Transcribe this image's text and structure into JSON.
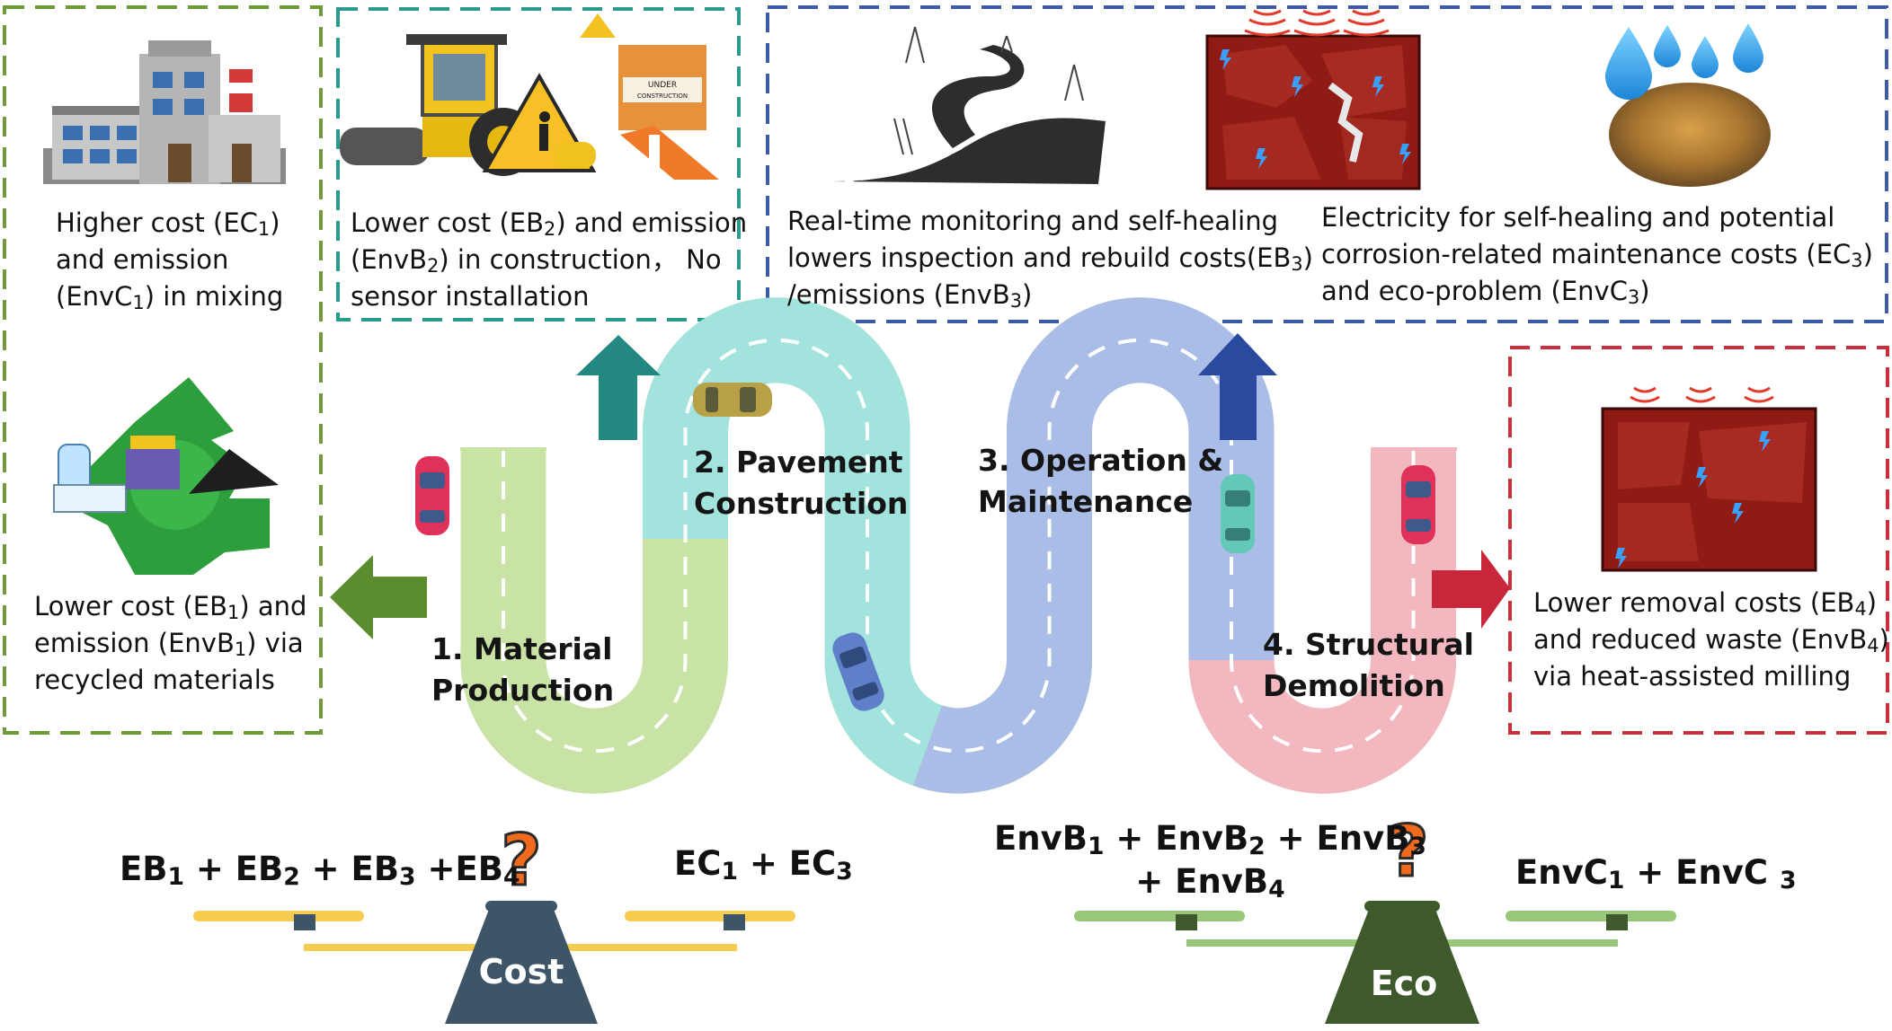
{
  "boxes": {
    "left_top": {
      "l1": "Higher cost (EC",
      "s1": "1",
      "l1b": ")",
      "l2": "and emission",
      "l3": "(EnvC",
      "s3": "1",
      "l3b": ") in mixing"
    },
    "left_bottom": {
      "l1": "Lower cost (EB",
      "s1": "1",
      "l1b": ") and",
      "l2": "emission (EnvB",
      "s2": "1",
      "l2b": ") via",
      "l3": "recycled materials"
    },
    "construction": {
      "l1": "Lower cost (EB",
      "s1": "2",
      "l1b": ") and emission",
      "l2": "(EnvB",
      "s2": "2",
      "l2b": ") in construction， No",
      "l3": "sensor installation"
    },
    "operation_a": {
      "l1": "Real-time monitoring and self-healing",
      "l2": "lowers inspection and rebuild costs(EB",
      "s2": "3",
      "l2b": ")",
      "l3": "/emissions (EnvB",
      "s3": "3",
      "l3b": ")"
    },
    "operation_b": {
      "l1": "Electricity for self-healing and potential",
      "l2": "corrosion-related maintenance costs (EC",
      "s2": "3",
      "l2b": ")",
      "l3": "and eco-problem (EnvC",
      "s3": "3",
      "l3b": ")"
    },
    "demolition": {
      "l1": "Lower removal costs (EB",
      "s1": "4",
      "l1b": ")",
      "l2": "and reduced waste (EnvB",
      "s2": "4",
      "l2b": ")",
      "l3": "via heat-assisted milling"
    }
  },
  "stages": {
    "s1": {
      "a": "1. Material",
      "b": "Production"
    },
    "s2": {
      "a": "2. Pavement",
      "b": "Construction"
    },
    "s3": {
      "a": "3. Operation &",
      "b": "Maintenance"
    },
    "s4": {
      "a": "4. Structural",
      "b": "Demolition"
    }
  },
  "sign_text": {
    "top": "UNDER",
    "bottom": "CONSTRUCTION"
  },
  "balance": {
    "cost": {
      "label": "Cost",
      "left": {
        "t1": "EB",
        "s1": "1",
        "t2": " + EB",
        "s2": "2",
        "t3": " + EB",
        "s3": "3",
        "t4": " +EB",
        "s4": "4"
      },
      "right": {
        "t1": "EC",
        "s1": "1",
        "t2": " + EC",
        "s2": "3"
      }
    },
    "eco": {
      "label": "Eco",
      "left": {
        "t1": "EnvB",
        "s1": "1",
        "t2": " + EnvB",
        "s2": "2",
        "t3": " + EnvB",
        "s3": "3",
        "t4": "+ EnvB",
        "s4": "4"
      },
      "right": {
        "t1": "EnvC",
        "s1": "1",
        "t2": " + EnvC ",
        "s2": "3"
      }
    },
    "question_mark": "?"
  },
  "colors": {
    "green_box": "#6f9a3a",
    "teal_box": "#2a9a8e",
    "blue_box": "#3c5aa6",
    "red_box": "#c8303e",
    "road_green": "#c9e3a6",
    "road_cyan": "#a3e3dd",
    "road_blue": "#a9bde6",
    "road_pink": "#f2b7bf",
    "arrow_green": "#5b8c2e",
    "arrow_teal": "#23887f",
    "arrow_blue": "#2a4aa0",
    "arrow_red": "#c8263a",
    "question": "#f06a1d",
    "cost_base": "#3d5566",
    "eco_base": "#3e5a2c",
    "cost_beam": "#f5cc4f",
    "eco_beam": "#98c77a"
  }
}
